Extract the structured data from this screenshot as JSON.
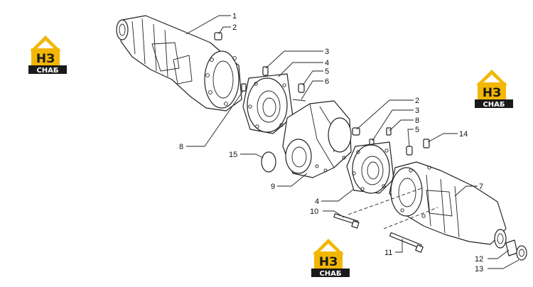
{
  "colors": {
    "logo_yellow": "#f2b705",
    "logo_black": "#1a1a1a",
    "logo_white": "#ffffff",
    "line": "#222222"
  },
  "logo": {
    "mark": "НЗ",
    "caption": "СНАБ"
  },
  "callouts": [
    {
      "id": "c1",
      "label": "1"
    },
    {
      "id": "c2a",
      "label": "2"
    },
    {
      "id": "c3a",
      "label": "3"
    },
    {
      "id": "c4a",
      "label": "4"
    },
    {
      "id": "c5a",
      "label": "5"
    },
    {
      "id": "c6",
      "label": "6"
    },
    {
      "id": "c8a",
      "label": "8"
    },
    {
      "id": "c15",
      "label": "15"
    },
    {
      "id": "c9",
      "label": "9"
    },
    {
      "id": "c2b",
      "label": "2"
    },
    {
      "id": "c3b",
      "label": "3"
    },
    {
      "id": "c8b",
      "label": "8"
    },
    {
      "id": "c5b",
      "label": "5"
    },
    {
      "id": "c14",
      "label": "14"
    },
    {
      "id": "c7",
      "label": "7"
    },
    {
      "id": "c4b",
      "label": "4"
    },
    {
      "id": "c10",
      "label": "10"
    },
    {
      "id": "c11",
      "label": "11"
    },
    {
      "id": "c12",
      "label": "12"
    },
    {
      "id": "c13",
      "label": "13"
    }
  ]
}
